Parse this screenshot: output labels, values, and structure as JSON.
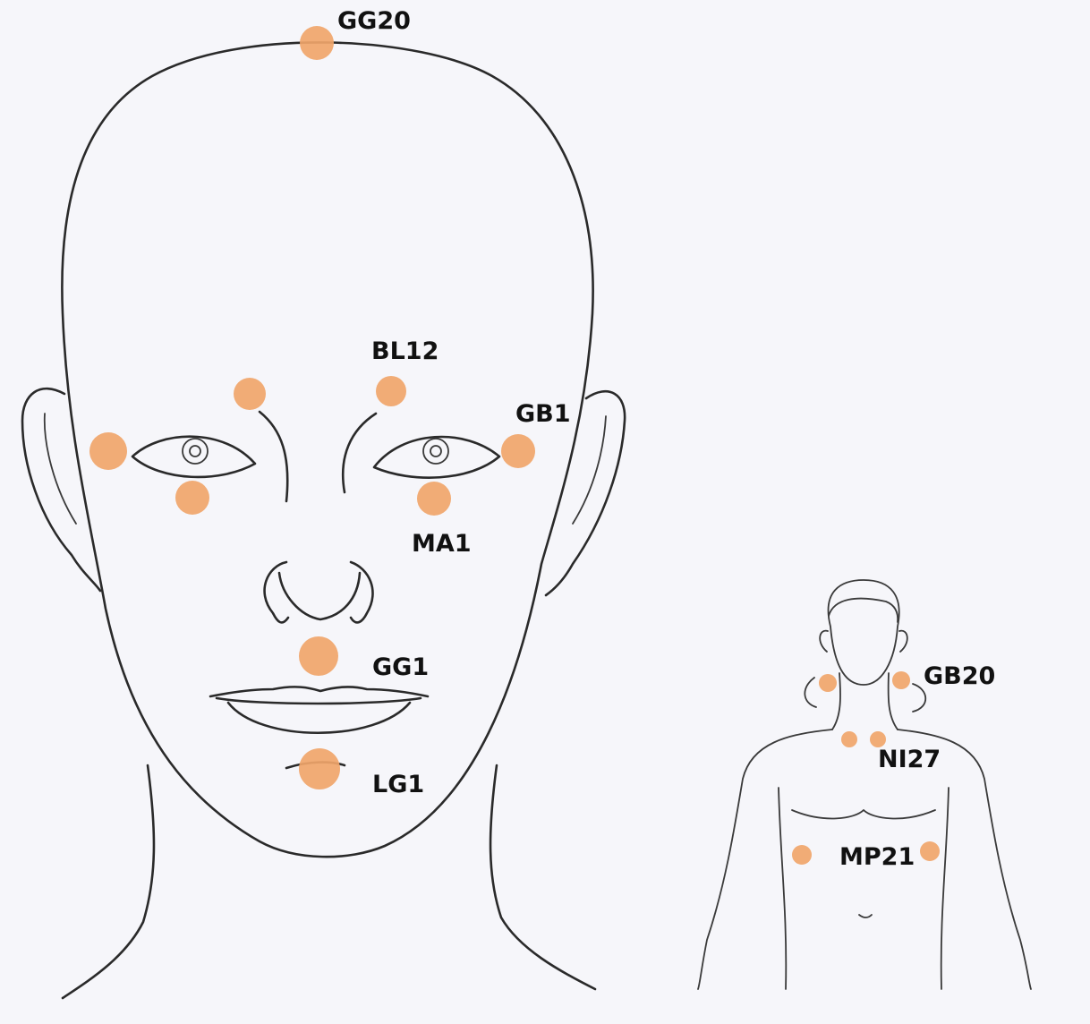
{
  "colors": {
    "background": "#f6f6fa",
    "line": "#2a2a2a",
    "acupoint": "#f0a56a",
    "label": "#111111"
  },
  "labels": {
    "gg20": "GG20",
    "bl12": "BL12",
    "gb1": "GB1",
    "ma1": "MA1",
    "gg1": "GG1",
    "lg1": "LG1",
    "gb20": "GB20",
    "ni27": "NI27",
    "mp21": "MP21"
  }
}
